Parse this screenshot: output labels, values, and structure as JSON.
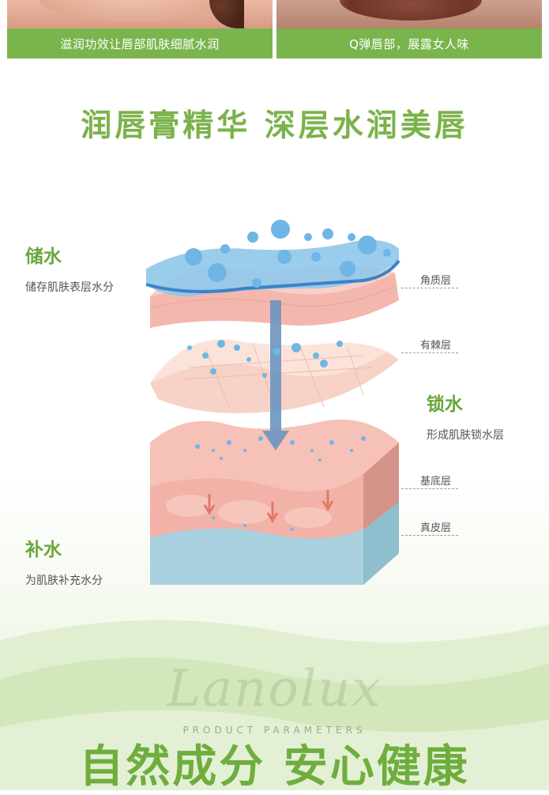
{
  "top_cards": [
    {
      "caption": "滋润功效让唇部肌肤细腻水润"
    },
    {
      "caption": "Q弹唇部，展露女人味"
    }
  ],
  "headline_main": "润唇膏精华  深层水润美唇",
  "labels": {
    "store": {
      "title": "储水",
      "desc": "储存肌肤表层水分"
    },
    "lock": {
      "title": "锁水",
      "desc": "形成肌肤锁水层"
    },
    "replenish": {
      "title": "补水",
      "desc": "为肌肤补充水分"
    }
  },
  "layers": [
    "角质层",
    "有棘层",
    "基底层",
    "真皮层"
  ],
  "brand": {
    "logo": "Lanolux",
    "subtitle": "PRODUCT PARAMETERS"
  },
  "headline_bottom": "自然成分 安心健康",
  "colors": {
    "accent_green": "#7ab44c",
    "water_blue": "#6fb6e6",
    "skin_pink": "#f2b7ae"
  }
}
